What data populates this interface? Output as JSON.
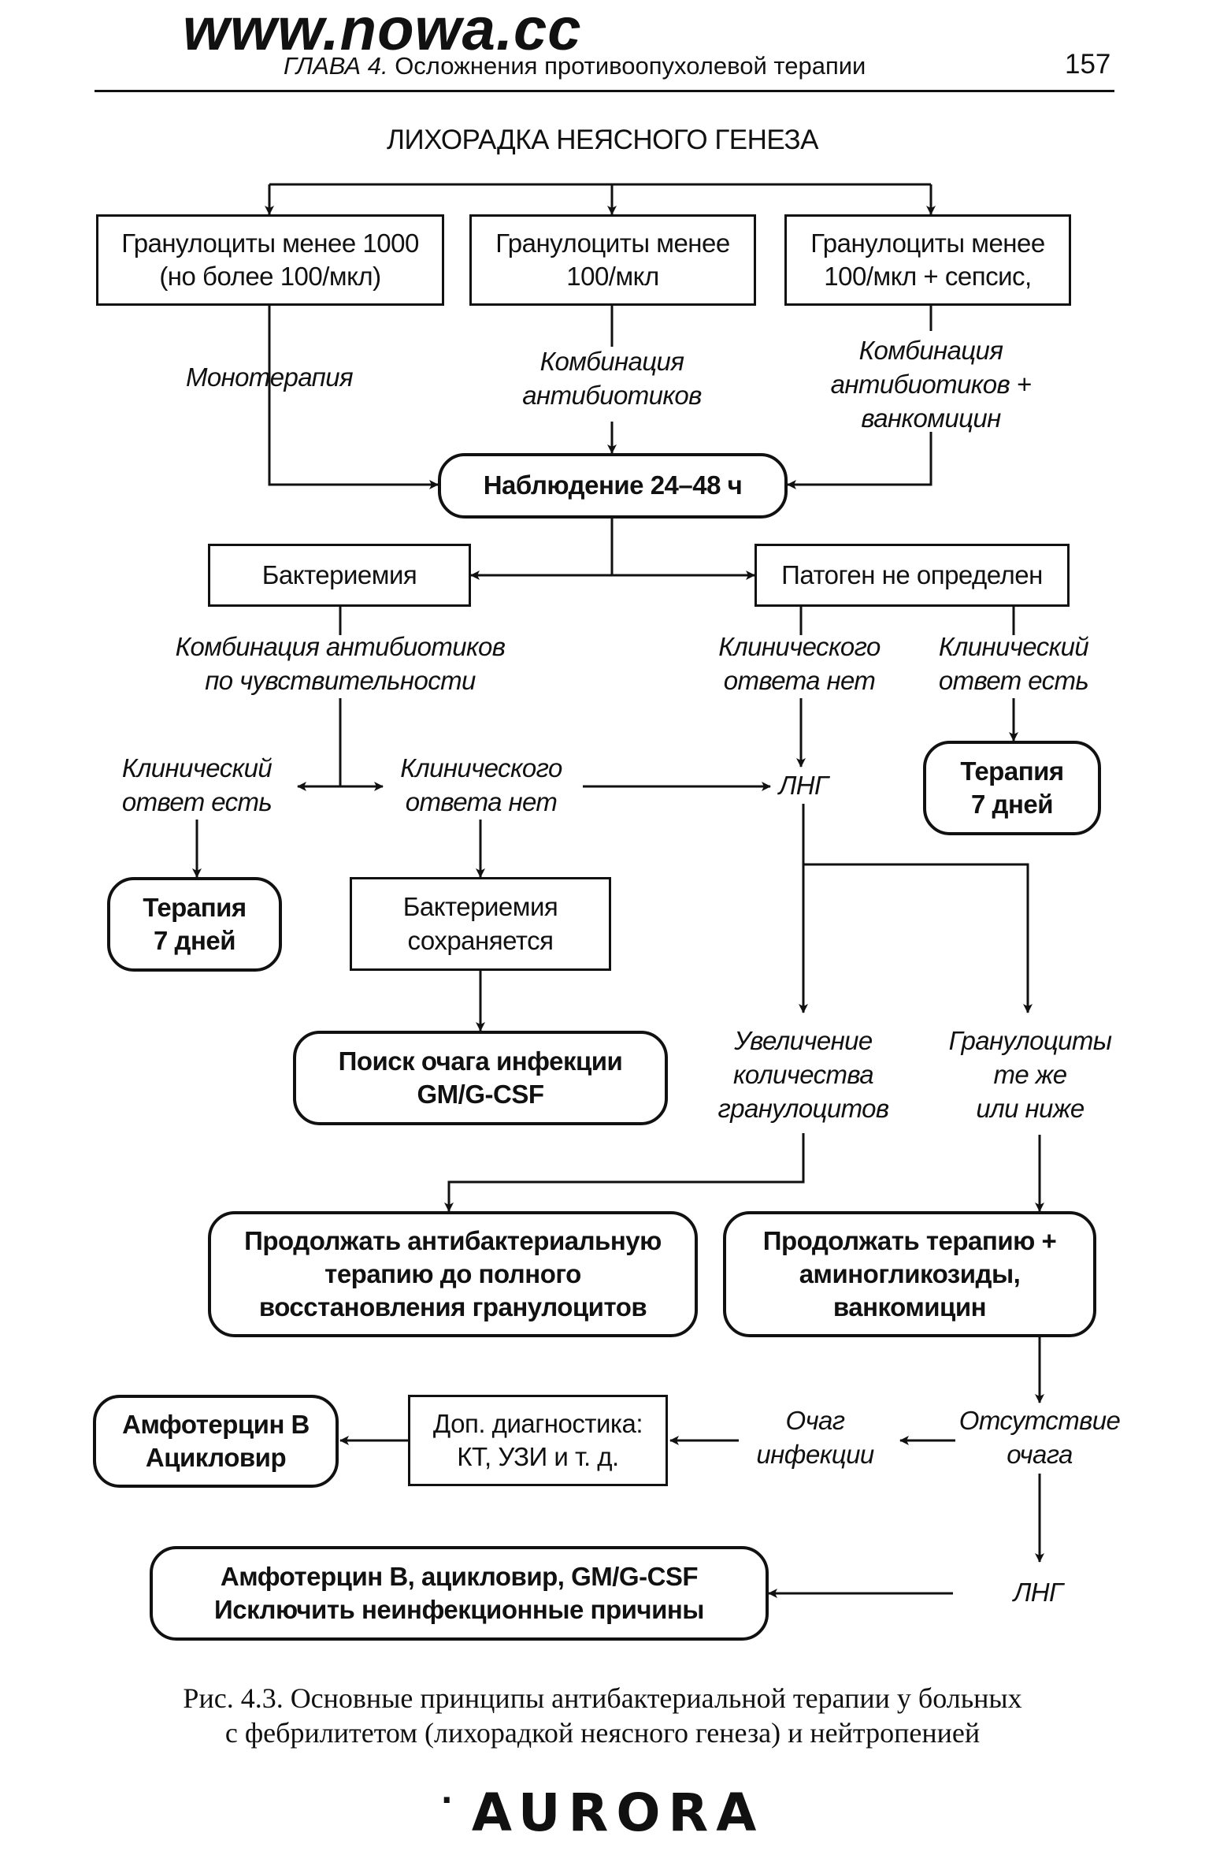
{
  "header": {
    "site": "www.nowa.cc",
    "chapter_prefix": "ГЛАВА 4.",
    "chapter_title": "Осложнения противоопухолевой терапии",
    "page_number": "157"
  },
  "diagram": {
    "title": "ЛИХОРАДКА НЕЯСНОГО ГЕНЕЗА",
    "gran_1000": [
      "Гранулоциты менее 1000",
      "(но более 100/мкл)"
    ],
    "gran_100": [
      "Гранулоциты менее",
      "100/мкл"
    ],
    "gran_100_sepsis": [
      "Гранулоциты менее",
      "100/мкл + сепсис,"
    ],
    "monotherapy": "Монотерапия",
    "combination": [
      "Комбинация",
      "антибиотиков"
    ],
    "combination_vanco": [
      "Комбинация",
      "антибиотиков +",
      "ванкомицин"
    ],
    "observation": "Наблюдение 24–48 ч",
    "bacteremia": "Бактериемия",
    "pathogen_unknown": "Патоген не определен",
    "combination_sensitivity": [
      "Комбинация антибиотиков",
      "по чувствительности"
    ],
    "no_response_a": [
      "Клинического",
      "ответа нет"
    ],
    "response_a": [
      "Клинический",
      "ответ есть"
    ],
    "therapy_7_right": [
      "Терапия",
      "7 дней"
    ],
    "response_b": [
      "Клинический",
      "ответ есть"
    ],
    "no_response_b": [
      "Клинического",
      "ответа нет"
    ],
    "lng_top": "ЛНГ",
    "therapy_7_left": [
      "Терапия",
      "7 дней"
    ],
    "bacteremia_persists": [
      "Бактериемия",
      "сохраняется"
    ],
    "search_focus": [
      "Поиск очага инфекции",
      "GM/G-CSF"
    ],
    "gran_increase": [
      "Увеличение",
      "количества",
      "гранулоцитов"
    ],
    "gran_same": [
      "Гранулоциты",
      "те же",
      "или ниже"
    ],
    "continue_antibac": [
      "Продолжать антибактериальную",
      "терапию до полного",
      "восстановления гранулоцитов"
    ],
    "continue_therapy": [
      "Продолжать терапию +",
      "аминогликозиды,",
      "ванкомицин"
    ],
    "amphotericin_1": [
      "Амфотерцин В",
      "Ацикловир"
    ],
    "extra_diag": [
      "Доп. диагностика:",
      "КТ, УЗИ и т. д."
    ],
    "infection_focus": [
      "Очаг",
      "инфекции"
    ],
    "no_focus": [
      "Отсутствие",
      "очага"
    ],
    "amphotericin_2": [
      "Амфотерцин В, ацикловир, GM/G-CSF",
      "Исключить неинфекционные причины"
    ],
    "lng_bottom": "ЛНГ"
  },
  "caption": [
    "Рис. 4.3. Основные принципы антибактериальной терапии у больных",
    "с фебрилитетом (лихорадкой неясного генеза) и нейтропенией"
  ],
  "footer": {
    "logo": "AURORA",
    "logo_mark": "·"
  }
}
